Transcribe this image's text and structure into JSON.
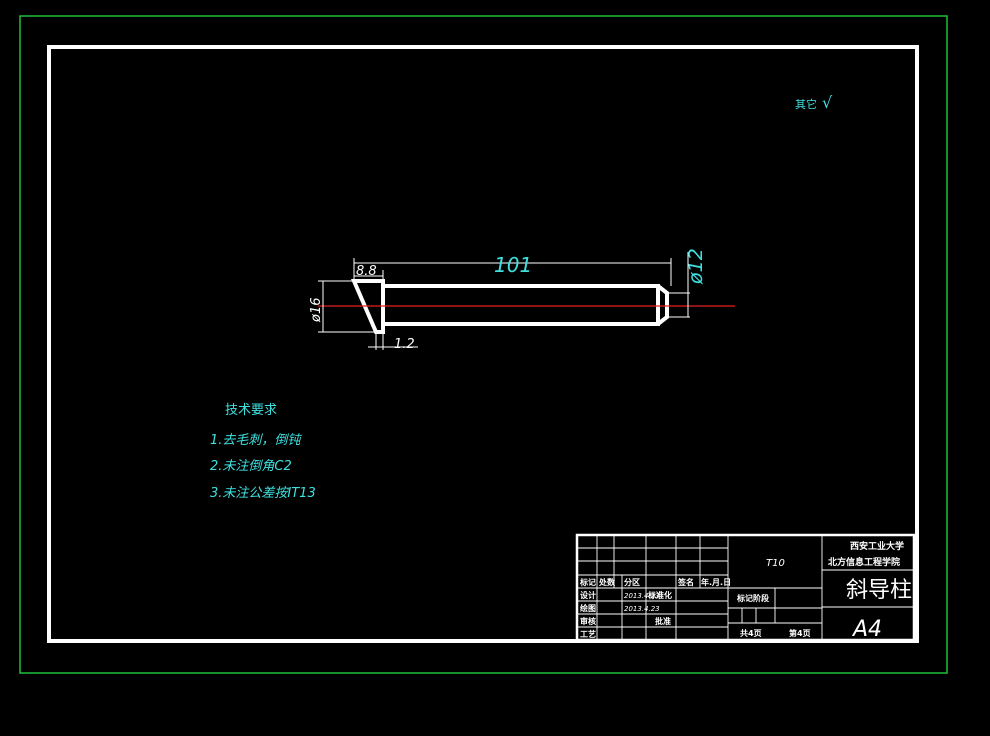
{
  "drawing": {
    "roughness_label": "其它",
    "roughness_symbol": "√",
    "dimensions": {
      "length": "101",
      "head_length": "8.8",
      "head_diameter": "ø16",
      "tip_diameter": "ø12",
      "offset": "1.2"
    },
    "tech_requirements": {
      "title": "技术要求",
      "items": [
        "1.去毛刺，倒钝",
        "2.未注倒角C2",
        "3.未注公差按IT13"
      ]
    },
    "title_block": {
      "material": "T10",
      "school_1": "西安工业大学",
      "school_2": "北方信息工程学院",
      "part_name": "斜导柱",
      "paper_size": "A4",
      "row_labels": [
        "标记",
        "处数",
        "分区",
        "签名",
        "年.月.日"
      ],
      "design_label": "设计",
      "design_date": "2013.4.23",
      "std_label": "标准化",
      "draw_label": "绘图",
      "draw_date": "2013.4.23",
      "check_label": "审核",
      "approve_label": "批准",
      "process_label": "工艺",
      "stage_label": "标记阶段",
      "total_pages": "共4页",
      "page_no": "第4页"
    }
  }
}
